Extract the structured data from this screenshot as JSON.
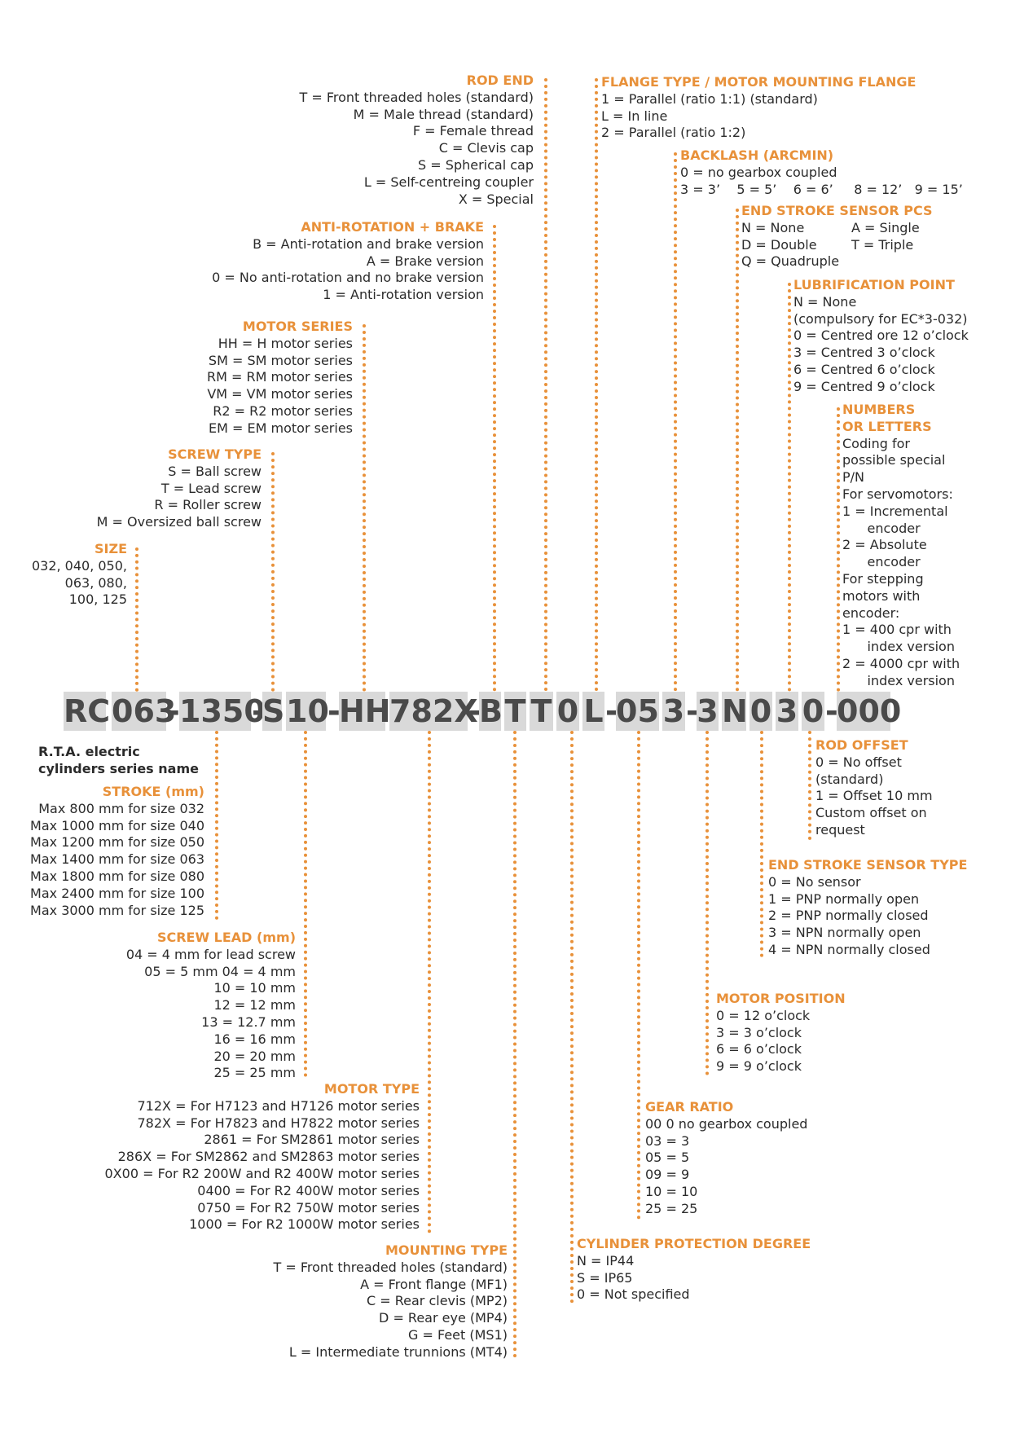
{
  "code": {
    "segments": [
      "RC",
      "063",
      "1350",
      "S",
      "10",
      "HH",
      "782X",
      "B",
      "T",
      "T",
      "0",
      "L",
      "05",
      "3",
      "3",
      "N",
      "0",
      "3",
      "0",
      "000"
    ],
    "separator": "-"
  },
  "series_name": [
    "R.T.A. electric",
    "cylinders series name"
  ],
  "blocks": {
    "rod_end": {
      "title": "ROD END",
      "lines": [
        "T = Front threaded holes (standard)",
        "M = Male thread (standard)",
        "F = Female thread",
        "C = Clevis cap",
        "S = Spherical cap",
        "L = Self-centreing coupler",
        "X = Special"
      ]
    },
    "anti_rotation": {
      "title": "ANTI-ROTATION + BRAKE",
      "lines": [
        "B = Anti-rotation and brake version",
        "A = Brake version",
        "0 = No anti-rotation and no brake version",
        "1 = Anti-rotation version"
      ]
    },
    "motor_series": {
      "title": "MOTOR SERIES",
      "lines": [
        "HH = H motor series",
        "SM = SM motor series",
        "RM = RM motor series",
        "VM = VM motor series",
        "R2 = R2 motor series",
        "EM = EM motor series"
      ]
    },
    "screw_type": {
      "title": "SCREW TYPE",
      "lines": [
        "S = Ball screw",
        "T = Lead screw",
        "R = Roller screw",
        "M = Oversized ball screw"
      ]
    },
    "size": {
      "title": "SIZE",
      "lines": [
        "032, 040, 050,",
        "063, 080,",
        "100, 125"
      ]
    },
    "flange": {
      "title": "FLANGE TYPE / MOTOR MOUNTING FLANGE",
      "lines": [
        "1 = Parallel (ratio 1:1) (standard)",
        "L = In line",
        "2 = Parallel (ratio 1:2)"
      ]
    },
    "backlash": {
      "title": "BACKLASH (ARCMIN)",
      "lines": [
        "0 = no gearbox coupled",
        "3 = 3’    5 = 5’    6 = 6’     8 = 12’   9 = 15’"
      ]
    },
    "end_stroke_pcs": {
      "title": "END STROKE SENSOR PCS",
      "lines": [
        "N = None",
        "D = Double",
        "Q = Quadruple"
      ],
      "lines_right": [
        "A = Single",
        "T = Triple"
      ]
    },
    "lubrification": {
      "title": "LUBRIFICATION POINT",
      "lines": [
        "N = None",
        "(compulsory for EC*3-032)",
        "0 = Centred ore 12 o’clock",
        "3 = Centred 3 o’clock",
        "6 = Centred 6 o’clock",
        "9 = Centred 9 o’clock"
      ]
    },
    "numbers_letters": {
      "title_lines": [
        "NUMBERS",
        "OR LETTERS"
      ],
      "lines": [
        "Coding for",
        "possible special",
        "P/N",
        "For servomotors:",
        "1 = Incremental",
        "      encoder",
        "2 = Absolute",
        "      encoder",
        "For stepping",
        "motors with",
        "encoder:",
        "1 = 400 cpr with",
        "      index version",
        "2 = 4000 cpr with",
        "      index version"
      ]
    },
    "stroke": {
      "title": "STROKE (mm)",
      "lines": [
        "Max 800 mm for size 032",
        "Max 1000 mm for size 040",
        "Max 1200 mm for size 050",
        "Max 1400 mm for size 063",
        "Max 1800 mm for size 080",
        "Max 2400 mm for size 100",
        "Max 3000 mm for size 125"
      ]
    },
    "screw_lead": {
      "title": "SCREW LEAD (mm)",
      "lines": [
        "04 = 4 mm for lead screw",
        "05 = 5 mm 04 = 4 mm",
        "10 = 10 mm",
        "12 = 12 mm",
        "13 = 12.7 mm",
        "16 = 16 mm",
        "20 = 20 mm",
        "25 = 25 mm"
      ]
    },
    "motor_type": {
      "title": "MOTOR TYPE",
      "lines": [
        "712X = For H7123 and H7126 motor series",
        "782X = For H7823 and H7822 motor series",
        "2861 = For SM2861 motor series",
        "286X = For SM2862 and SM2863 motor series",
        "0X00 = For R2 200W and R2 400W motor series",
        "0400 = For R2 400W motor series",
        "0750 = For R2 750W motor series",
        "1000 = For R2 1000W motor series"
      ]
    },
    "mounting_type": {
      "title": "MOUNTING TYPE",
      "lines": [
        "T = Front threaded holes (standard)",
        "A = Front flange (MF1)",
        "C = Rear clevis (MP2)",
        "D = Rear eye (MP4)",
        "G = Feet (MS1)",
        "L = Intermediate trunnions (MT4)"
      ]
    },
    "protection": {
      "title": "CYLINDER PROTECTION DEGREE",
      "lines": [
        "N = IP44",
        "S = IP65",
        "0 = Not specified"
      ]
    },
    "gear_ratio": {
      "title": "GEAR RATIO",
      "lines": [
        "00 0 no gearbox coupled",
        "03 = 3",
        "05 = 5",
        "09 = 9",
        "10 = 10",
        "25 = 25"
      ]
    },
    "motor_position": {
      "title": "MOTOR POSITION",
      "lines": [
        "0 = 12 o’clock",
        "3 = 3 o’clock",
        "6 = 6 o’clock",
        "9 = 9 o’clock"
      ]
    },
    "sensor_type": {
      "title": "END STROKE SENSOR TYPE",
      "lines": [
        "0 = No sensor",
        "1 = PNP normally open",
        "2 = PNP normally closed",
        "3 = NPN normally open",
        "4 = NPN normally closed"
      ]
    },
    "rod_offset": {
      "title": "ROD OFFSET",
      "lines": [
        "0 = No offset",
        "(standard)",
        "1 = Offset 10 mm",
        "Custom offset on",
        "request"
      ]
    }
  },
  "colors": {
    "accent": "#e8913a",
    "text": "#2b2b2b",
    "code_bg": "#d9d9d9"
  }
}
